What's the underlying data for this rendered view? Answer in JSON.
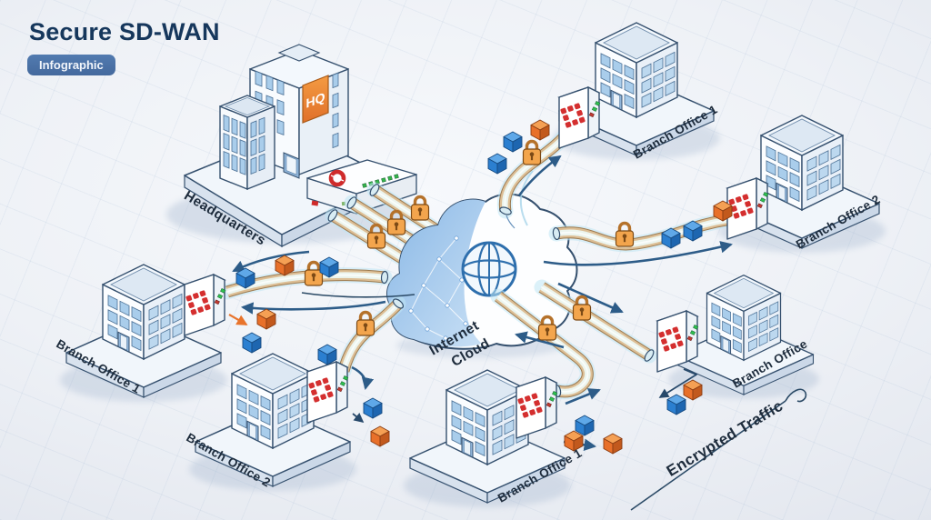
{
  "header": {
    "title": "Secure SD-WAN",
    "badge": "Infographic"
  },
  "nodes": {
    "headquarters": {
      "label": "Headquarters",
      "building_sign": "HQ"
    },
    "internet_cloud": {
      "label_line1": "Internet",
      "label_line2": "Cloud"
    },
    "branch_top_right": {
      "label": "Branch Office 1"
    },
    "branch_right": {
      "label": "Branch Office 2"
    },
    "branch_lower_right": {
      "label": "Branch Office"
    },
    "branch_left": {
      "label": "Branch Office 1"
    },
    "branch_bottom_left": {
      "label": "Branch Office 2"
    },
    "branch_bottom_center": {
      "label": "Branch Office 1"
    }
  },
  "annotations": {
    "encrypted_traffic": "Encrypted Traffic"
  },
  "icons": [
    "padlock-icon",
    "globe-icon",
    "firewall-icon",
    "packet-cube-blue-icon",
    "packet-cube-orange-icon",
    "cloud-icon",
    "building-icon",
    "flow-arrow-icon"
  ],
  "colors": {
    "title": "#16375c",
    "badge_bg": "#4a73a8",
    "packet_blue": "#2b7fd0",
    "packet_orange": "#e8702a",
    "lock_orange": "#f3a54d",
    "firewall_logo_red": "#d42f2f",
    "led_green": "#2fbf4f",
    "led_red": "#bf3a30",
    "tunnel": "#dcbe95",
    "arrow": "#2d5c88",
    "outline": "#35506e"
  }
}
